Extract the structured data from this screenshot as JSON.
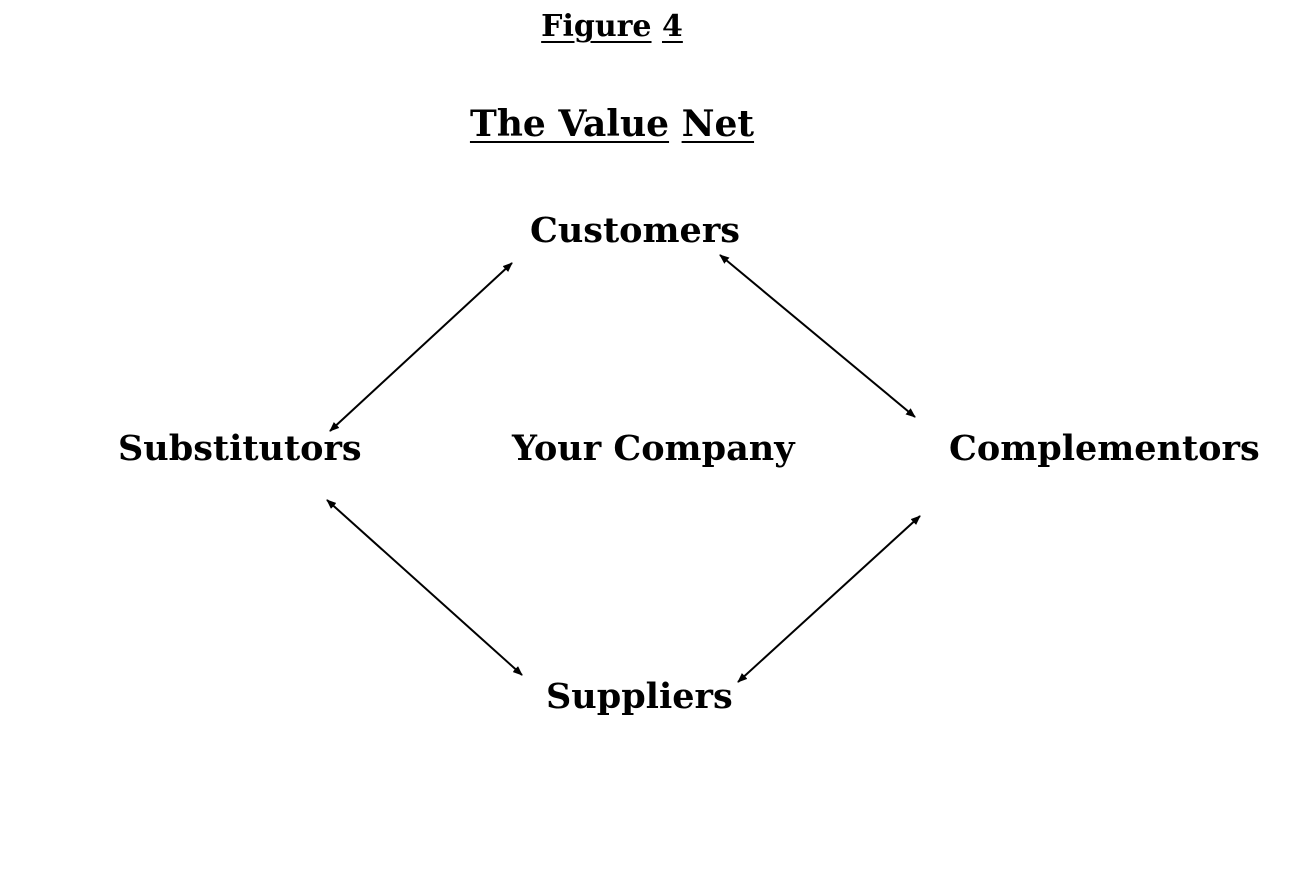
{
  "header": {
    "figure_word": "Figure",
    "figure_number": "4",
    "title_part1": "The Value",
    "title_part2": "Net"
  },
  "diagram": {
    "top": "Customers",
    "left": "Substitutors",
    "center": "Your Company",
    "right": "Complementors",
    "bottom": "Suppliers",
    "edges": [
      {
        "from": "Customers",
        "to": "Substitutors",
        "bidirectional": true
      },
      {
        "from": "Customers",
        "to": "Complementors",
        "bidirectional": true
      },
      {
        "from": "Substitutors",
        "to": "Suppliers",
        "bidirectional": true
      },
      {
        "from": "Complementors",
        "to": "Suppliers",
        "bidirectional": true
      }
    ]
  }
}
